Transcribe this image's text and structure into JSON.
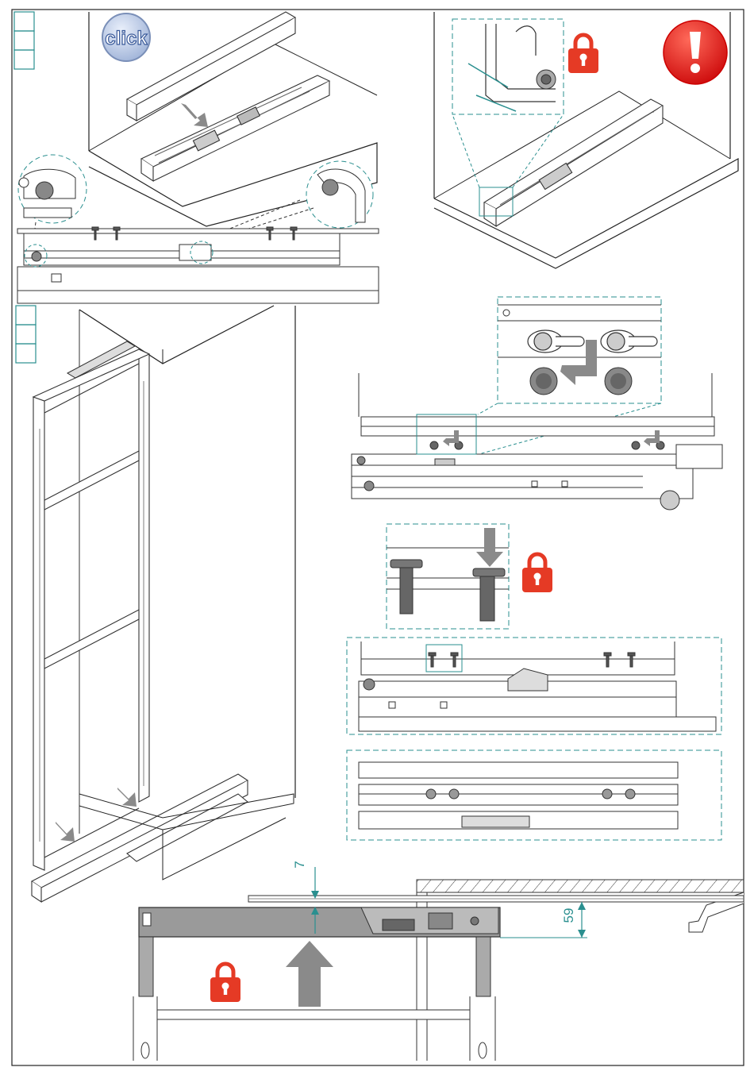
{
  "badge": {
    "label": "click"
  },
  "dimensions": {
    "gap_top": "7",
    "gap_side": "59"
  },
  "icons": [
    "click-badge-icon",
    "warning-exclamation-icon",
    "padlock-icon",
    "arrow-icon"
  ],
  "colors": {
    "teal": "#2a8f8f",
    "lock_red": "#e53a25",
    "warning_red": "#e02020",
    "arrow_gray": "#8a8a8a",
    "rail_gray": "#9a9a9a"
  }
}
